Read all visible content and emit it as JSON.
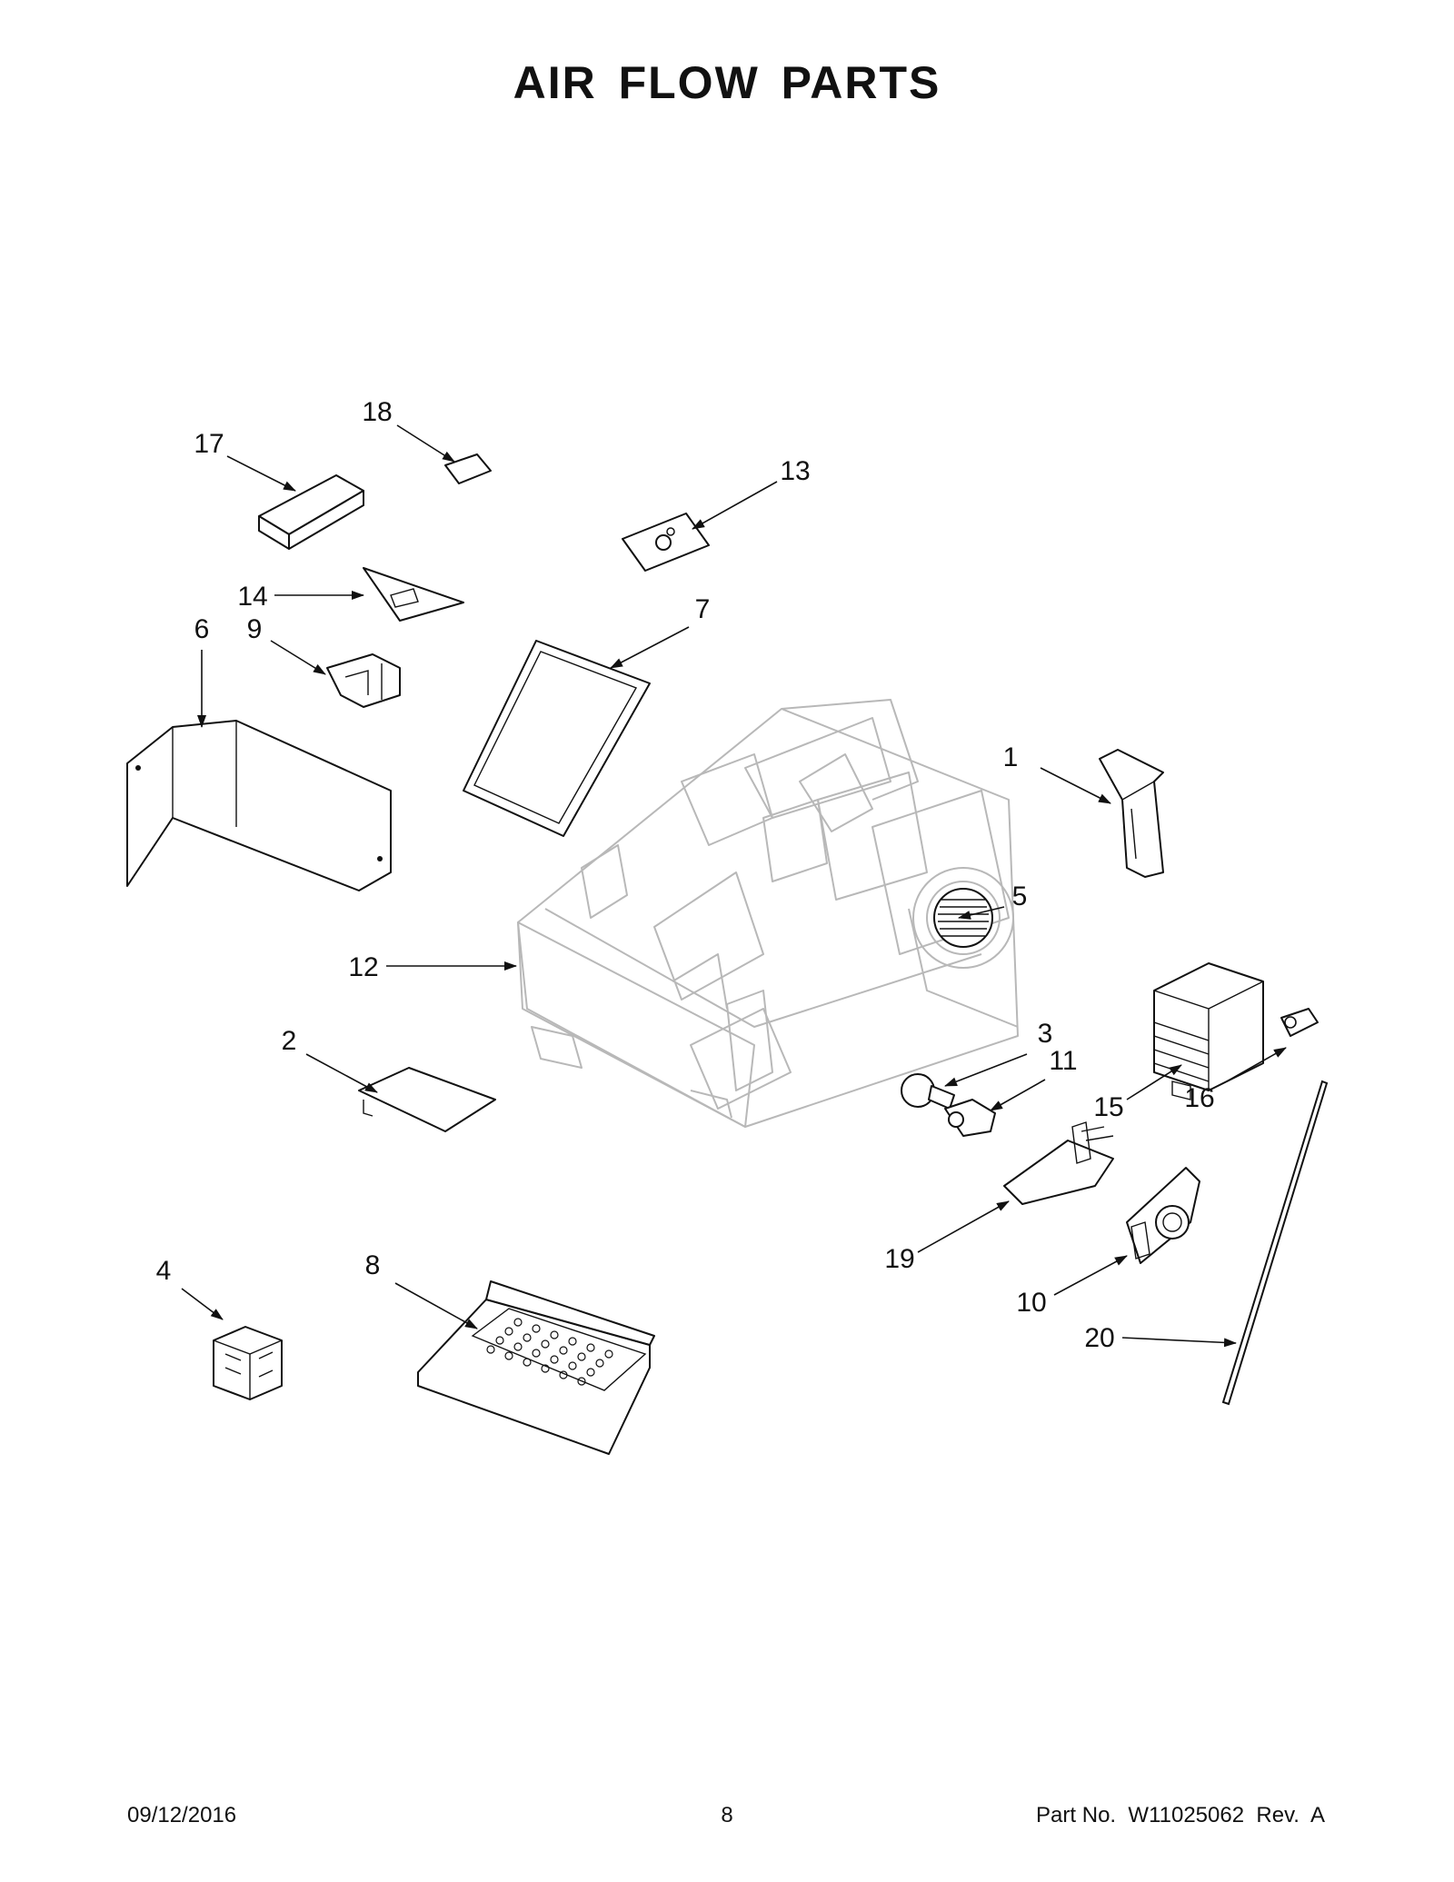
{
  "title": "AIR FLOW PARTS",
  "callouts": [
    {
      "id": "1",
      "label": "1"
    },
    {
      "id": "2",
      "label": "2"
    },
    {
      "id": "3",
      "label": "3"
    },
    {
      "id": "4",
      "label": "4"
    },
    {
      "id": "5",
      "label": "5"
    },
    {
      "id": "6",
      "label": "6"
    },
    {
      "id": "7",
      "label": "7"
    },
    {
      "id": "8",
      "label": "8"
    },
    {
      "id": "9",
      "label": "9"
    },
    {
      "id": "10",
      "label": "10"
    },
    {
      "id": "11",
      "label": "11"
    },
    {
      "id": "12",
      "label": "12"
    },
    {
      "id": "13",
      "label": "13"
    },
    {
      "id": "14",
      "label": "14"
    },
    {
      "id": "15",
      "label": "15"
    },
    {
      "id": "16",
      "label": "16"
    },
    {
      "id": "17",
      "label": "17"
    },
    {
      "id": "18",
      "label": "18"
    },
    {
      "id": "19",
      "label": "19"
    },
    {
      "id": "20",
      "label": "20"
    }
  ],
  "footer": {
    "date": "09/12/2016",
    "page": "8",
    "part_number": "Part No.  W11025062  Rev.  A"
  }
}
